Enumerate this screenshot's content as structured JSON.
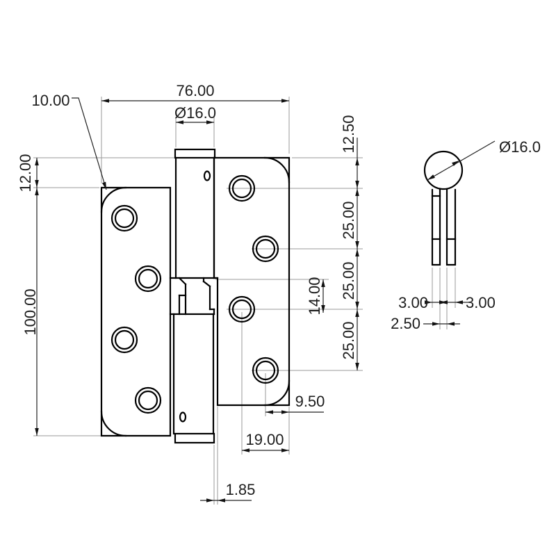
{
  "drawing": {
    "type": "technical-drawing",
    "subject": "lift-off hinge, front view and side view",
    "colors": {
      "background": "#ffffff",
      "outline": "#000000",
      "dimension": "#222222",
      "extension": "#9a9a9a",
      "text": "#1c1c1c"
    },
    "dimensions": {
      "overall_width": "76.00",
      "knuckle_diameter_front": "Ø16.0",
      "corner_radius": "10.00",
      "left_top_offset": "12.00",
      "leaf_height": "100.00",
      "right_top_offset": "12.50",
      "hole_pitch_1": "25.00",
      "hole_pitch_2": "25.00",
      "hole_pitch_3": "25.00",
      "joint_to_hole": "14.00",
      "hole_to_edge_near": "9.50",
      "hole_to_edge_far": "19.00",
      "leaf_gap": "1.85",
      "knuckle_diameter_side": "Ø16.0",
      "leaf_thickness_left": "3.00",
      "leaf_thickness_right": "3.00",
      "pin_gap": "2.50"
    }
  }
}
